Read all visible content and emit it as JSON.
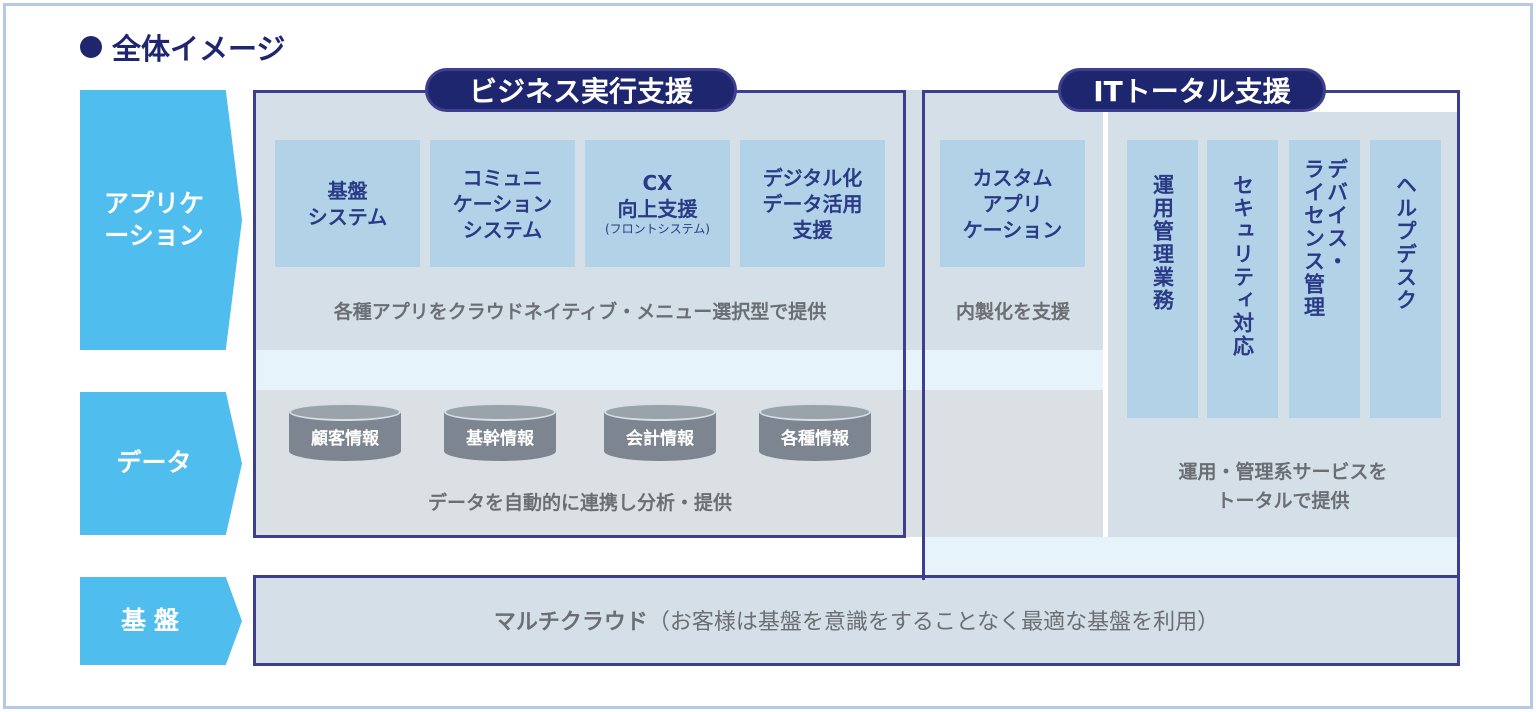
{
  "title": "全体イメージ",
  "layers": {
    "application": "アプリケーション",
    "data": "データ",
    "infra": "基盤"
  },
  "business": {
    "label": "ビジネス実行支援",
    "apps": [
      {
        "line1": "基盤",
        "line2": "システム"
      },
      {
        "line1": "コミュニ",
        "line2": "ケーション",
        "line3": "システム"
      },
      {
        "line1": "CX",
        "line2": "向上支援",
        "note": "(フロントシステム)"
      },
      {
        "line1": "デジタル化",
        "line2": "データ活用",
        "line3": "支援"
      }
    ],
    "app_caption": "各種アプリをクラウドネイティブ・メニュー選択型で提供",
    "databases": [
      "顧客情報",
      "基幹情報",
      "会計情報",
      "各種情報"
    ],
    "data_caption": "データを自動的に連携し分析・提供"
  },
  "it": {
    "label": "ITトータル支援",
    "custom_app": {
      "line1": "カスタム",
      "line2": "アプリ",
      "line3": "ケーション"
    },
    "custom_caption": "内製化を支援",
    "services": [
      "運用管理業務",
      "セキュリティ対応",
      "デバイス・",
      "ライセンス管理",
      "ヘルプデスク"
    ],
    "services_caption": [
      "運用・管理系サービスを",
      "トータルで提供"
    ]
  },
  "infra": {
    "main": "マルチクラウド",
    "note": "（お客様は基盤を意識をすることなく最適な基盤を利用）"
  }
}
